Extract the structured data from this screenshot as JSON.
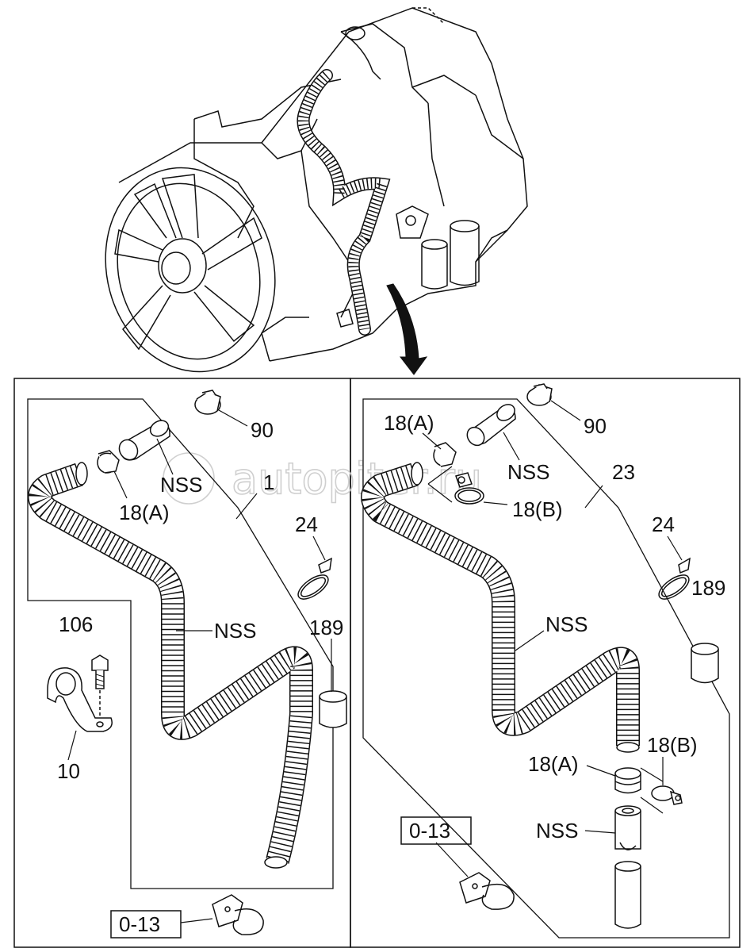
{
  "watermark": "autopiter.ru",
  "left_panel": {
    "labels": {
      "part_90": "90",
      "part_nss_sleeve": "NSS",
      "part_1": "1",
      "part_18a": "18(A)",
      "part_24": "24",
      "part_189": "189",
      "part_106": "106",
      "part_nss_hose": "NSS",
      "part_10": "10",
      "ref_box": "0-13"
    }
  },
  "right_panel": {
    "labels": {
      "part_18a_top": "18(A)",
      "part_90": "90",
      "part_nss_sleeve": "NSS",
      "part_23": "23",
      "part_18b_top": "18(B)",
      "part_24": "24",
      "part_189": "189",
      "part_nss_hose": "NSS",
      "part_18b_bottom": "18(B)",
      "part_18a_bottom": "18(A)",
      "part_nss_bottom": "NSS",
      "ref_box": "0-13"
    }
  },
  "colors": {
    "line": "#111111",
    "watermark": "#cfcfcf"
  }
}
